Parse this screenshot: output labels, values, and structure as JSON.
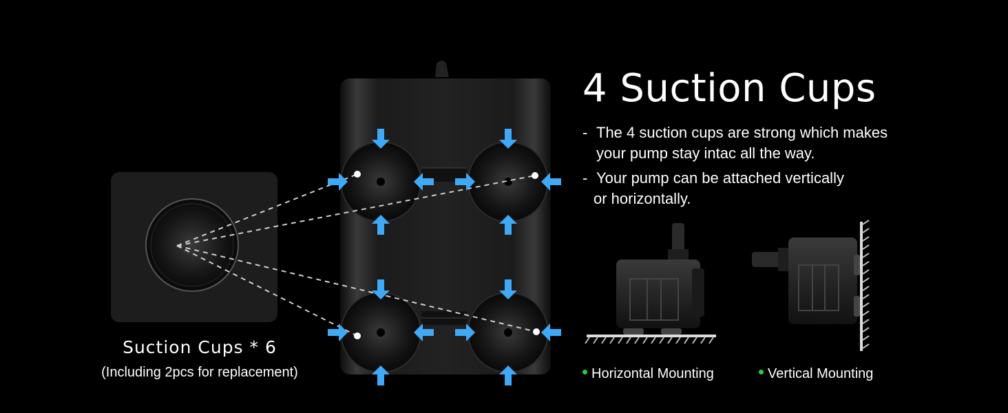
{
  "headline": "4 Suction Cups",
  "bullets": [
    {
      "dash": "-",
      "line1": "The 4 suction cups are strong which makes",
      "line2": "your pump stay intac all the way."
    },
    {
      "dash": "-",
      "line1": "Your pump can be attached vertically",
      "line2": "or horizontally."
    }
  ],
  "cup_caption": {
    "title": "Suction Cups * 6",
    "subtitle": "(Including 2pcs for replacement)"
  },
  "mounting": [
    {
      "label": "Horizontal Mounting"
    },
    {
      "label": "Vertical Mounting"
    }
  ],
  "colors": {
    "background": "#000000",
    "arrow": "#3fa9f5",
    "bullet_dot": "#2ecc40",
    "pump_body": "#1c1c1c",
    "text": "#ffffff"
  },
  "icons": {
    "arrow": "blue-arrow-icon",
    "cup": "suction-cup-icon"
  }
}
